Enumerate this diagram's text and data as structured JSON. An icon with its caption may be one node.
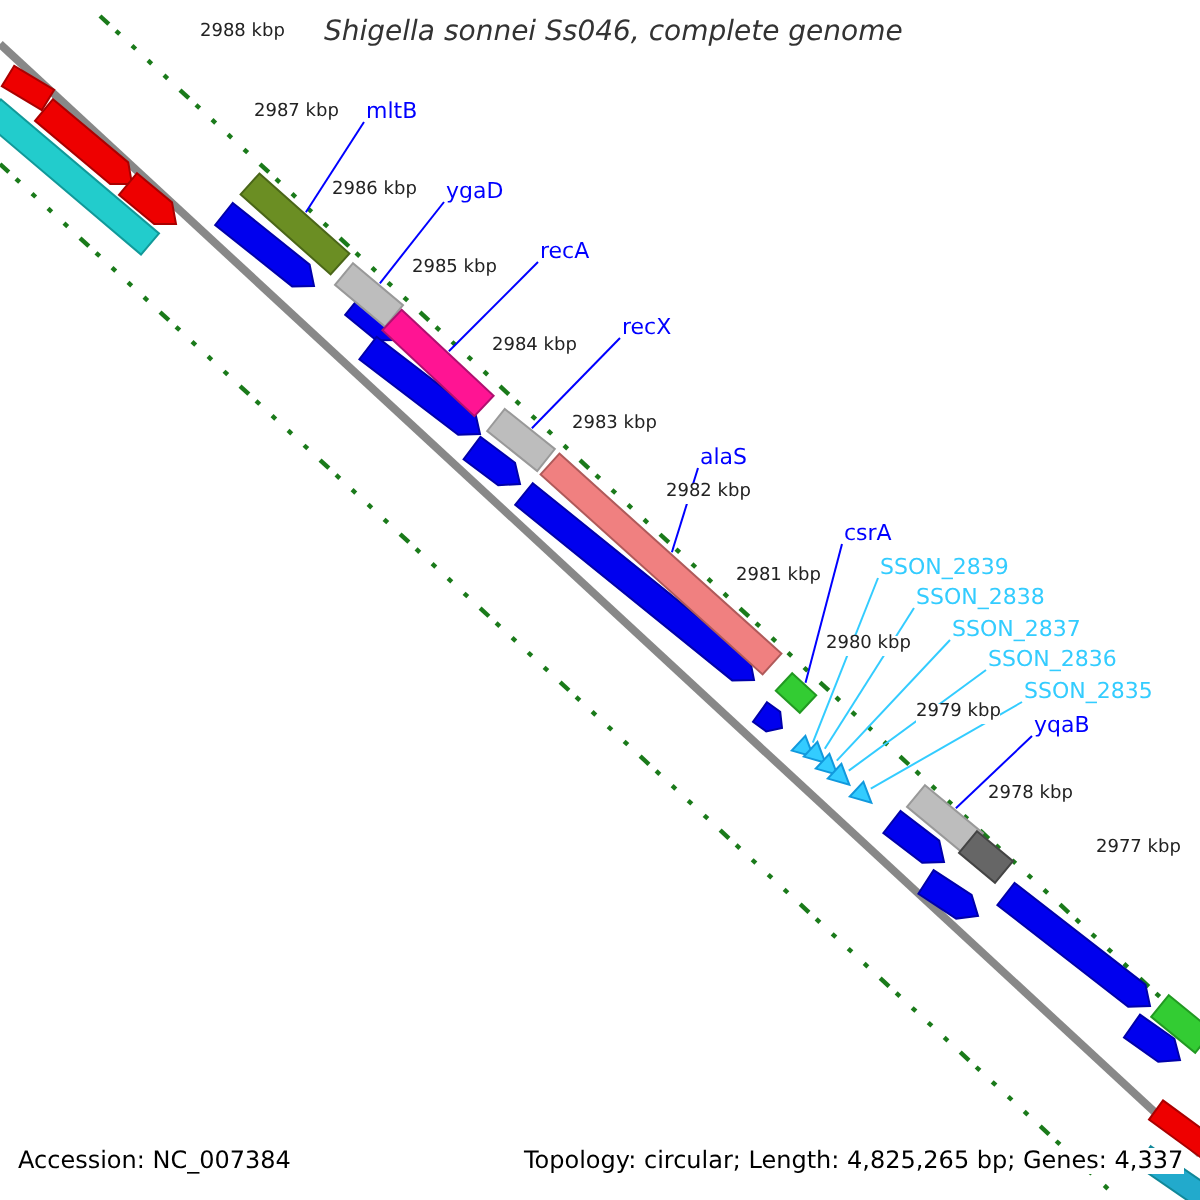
{
  "diagram": {
    "title": "Shigella sonnei Ss046, complete genome",
    "nodes": [
      {
        "text": [
          "mltB"
        ]
      },
      {
        "text": [],
        "shape": "bar"
      },
      {
        "text": [
          "ygaD"
        ]
      },
      {
        "text": [],
        "shape": "bar"
      },
      {
        "text": [
          "recA"
        ]
      },
      {
        "text": [],
        "shape": "bar"
      },
      {
        "text": [
          "recX"
        ]
      },
      {
        "text": [],
        "shape": "bar"
      },
      {
        "text": [
          "alaS"
        ]
      },
      {
        "text": [],
        "shape": "bar"
      },
      {
        "text": [
          "csrA"
        ]
      },
      {
        "text": [],
        "shape": "bar"
      },
      {
        "text": [
          "SSON_2839"
        ]
      },
      {
        "text": [
          "SSON_2838"
        ]
      },
      {
        "text": [
          "SSON_2837"
        ]
      },
      {
        "text": [
          "SSON_2836"
        ]
      },
      {
        "text": [
          "SSON_2835"
        ]
      },
      {
        "text": [],
        "shape": "triangle"
      },
      {
        "text": [],
        "shape": "triangle"
      },
      {
        "text": [],
        "shape": "triangle"
      },
      {
        "text": [],
        "shape": "triangle"
      },
      {
        "text": [],
        "shape": "triangle"
      },
      {
        "text": [
          "yqaB"
        ]
      },
      {
        "text": [],
        "shape": "bar"
      },
      {
        "text": [],
        "shape": "bar"
      }
    ],
    "edges": [
      {
        "from": 0,
        "to": 1,
        "arrow": "none"
      },
      {
        "from": 2,
        "to": 3,
        "arrow": "none"
      },
      {
        "from": 4,
        "to": 5,
        "arrow": "none"
      },
      {
        "from": 6,
        "to": 7,
        "arrow": "none"
      },
      {
        "from": 8,
        "to": 9,
        "arrow": "none"
      },
      {
        "from": 10,
        "to": 11,
        "arrow": "none"
      },
      {
        "from": 12,
        "to": 17,
        "arrow": "none",
        "color": "#33ccff"
      },
      {
        "from": 13,
        "to": 18,
        "arrow": "none",
        "color": "#33ccff"
      },
      {
        "from": 14,
        "to": 19,
        "arrow": "none",
        "color": "#33ccff"
      },
      {
        "from": 15,
        "to": 20,
        "arrow": "none",
        "color": "#33ccff"
      },
      {
        "from": 16,
        "to": 21,
        "arrow": "none",
        "color": "#33ccff"
      },
      {
        "from": 22,
        "to": 23,
        "arrow": "none"
      }
    ],
    "labels": [
      "2988 kbp",
      "2987 kbp",
      "2986 kbp",
      "2985 kbp",
      "2984 kbp",
      "2983 kbp",
      "2982 kbp",
      "2981 kbp",
      "2980 kbp",
      "2979 kbp",
      "2978 kbp",
      "2977 kbp",
      "Accession: NC_007384",
      "Topology: circular; Length: 4,825,265 bp; Genes: 4,337"
    ]
  }
}
